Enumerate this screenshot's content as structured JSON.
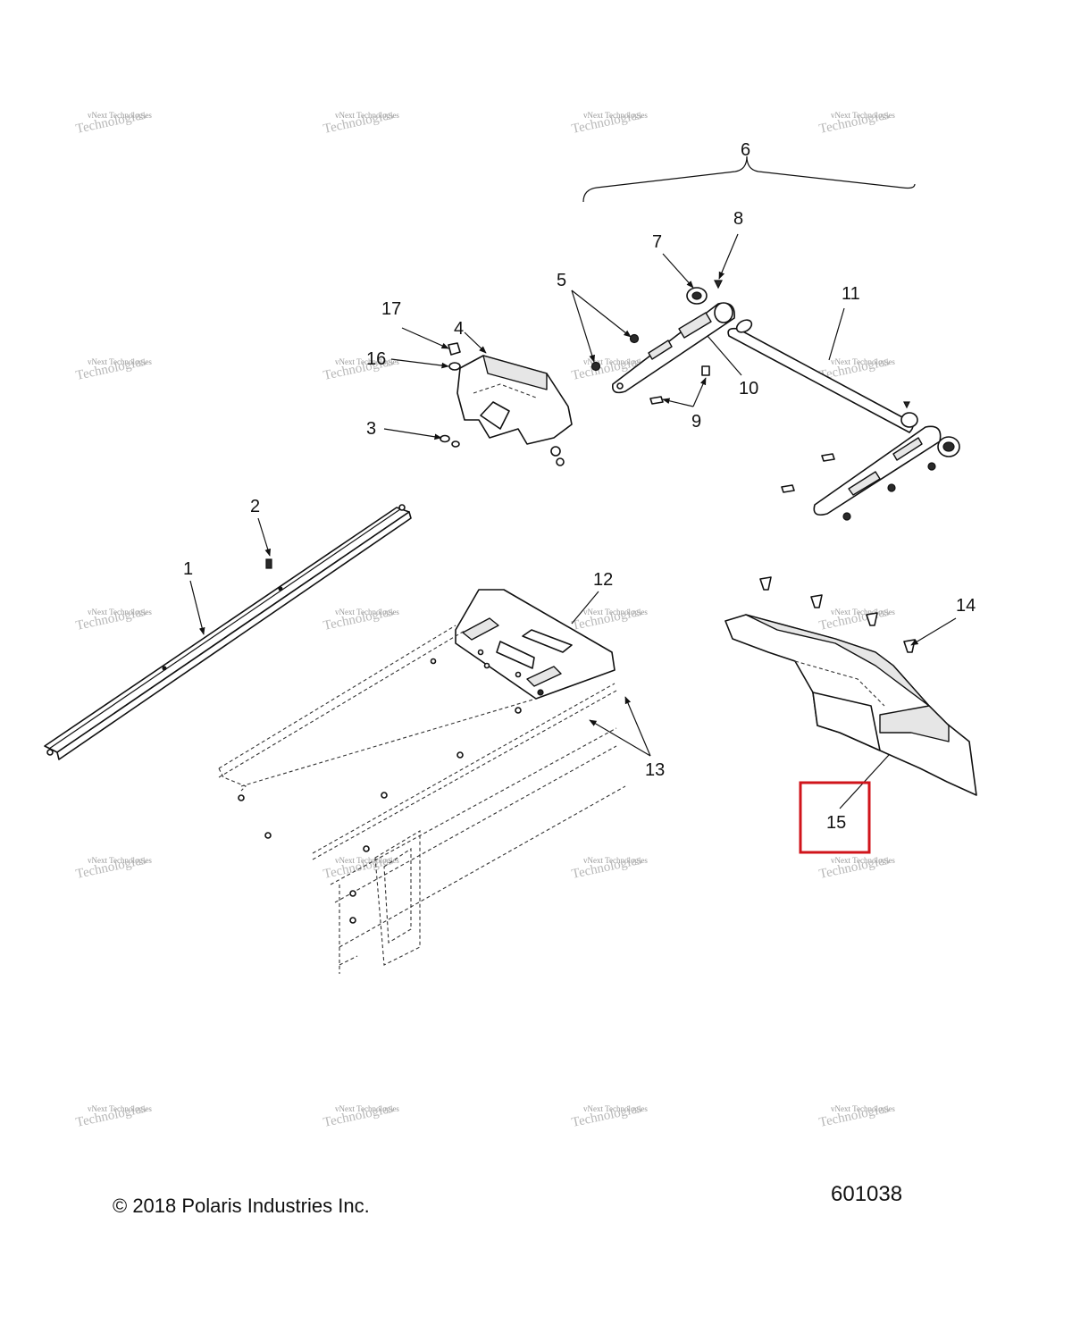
{
  "watermark": {
    "line1": "vNext Technologies",
    "line2": "Technologies"
  },
  "callouts": {
    "c1": "1",
    "c2": "2",
    "c3": "3",
    "c4": "4",
    "c5": "5",
    "c6": "6",
    "c7": "7",
    "c8": "8",
    "c9": "9",
    "c10": "10",
    "c11": "11",
    "c12": "12",
    "c13": "13",
    "c14": "14",
    "c15": "15",
    "c16": "16",
    "c17": "17"
  },
  "highlight": {
    "callout": "15",
    "color": "#d0141b"
  },
  "footer": {
    "copyright": "© 2018 Polaris Industries Inc.",
    "diagram_number": "601038"
  }
}
